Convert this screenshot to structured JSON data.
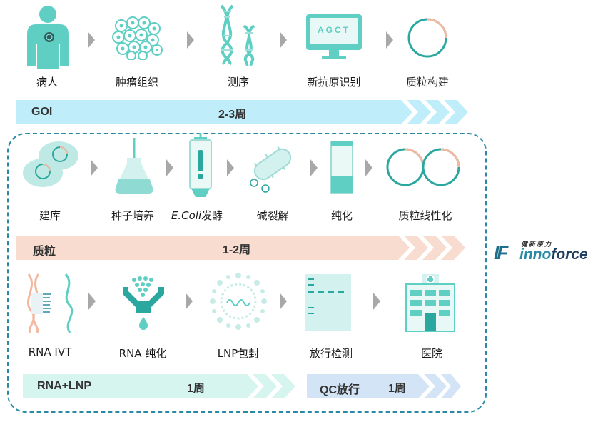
{
  "row1": {
    "steps": [
      "病人",
      "肿瘤组织",
      "测序",
      "新抗原识别",
      "质粒构建"
    ],
    "monitor_text": "AGCT",
    "bar": {
      "label": "GOI",
      "duration": "2-3周",
      "color": "#bfeefa"
    }
  },
  "row2": {
    "steps": [
      "建库",
      "种子培养",
      "发酵",
      "碱裂解",
      "纯化",
      "质粒线性化"
    ],
    "ecoli": "E.Coli",
    "bar": {
      "label": "质粒",
      "duration": "1-2周",
      "color": "#f8dccf"
    }
  },
  "row3": {
    "steps": [
      "RNA IVT",
      "RNA 纯化",
      "LNP包封",
      "放行检测",
      "医院"
    ],
    "bar1": {
      "label": "RNA+LNP",
      "duration": "1周",
      "color": "#d6f5ef"
    },
    "bar2": {
      "label": "QC放行",
      "duration": "1周",
      "color": "#d3e4f7"
    }
  },
  "logo": {
    "cn": "健新原力",
    "en_pre": "inno",
    "en_post": "force",
    "mark": "IF"
  },
  "colors": {
    "teal": "#5fcfc4",
    "teal_dark": "#2aa8a0",
    "salmon": "#f3b8a0",
    "gray": "#a8a8a8",
    "dash": "#2a8aa6"
  }
}
